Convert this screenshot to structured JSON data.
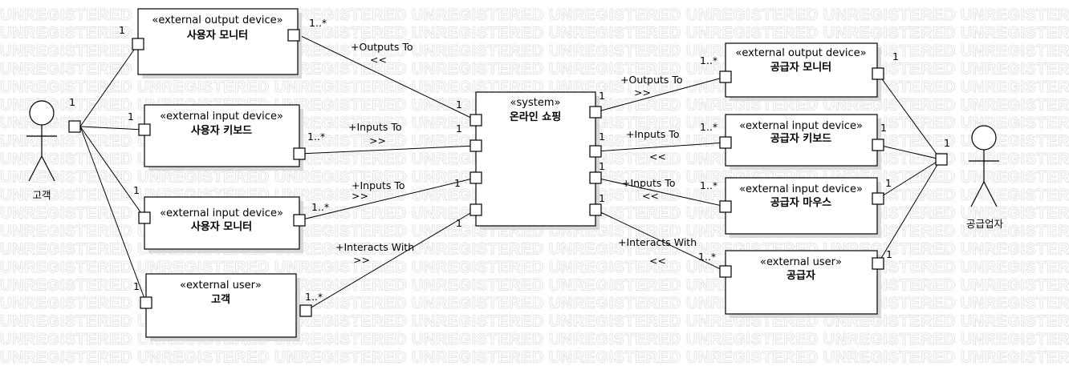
{
  "watermark": "UNREGISTERED",
  "actors": {
    "customer": {
      "name": "고객"
    },
    "supplier": {
      "name": "공급업자"
    }
  },
  "blocks": {
    "user_monitor_out": {
      "stereotype": "«external output device»",
      "name": "사용자 모니터"
    },
    "user_keyboard": {
      "stereotype": "«external input device»",
      "name": "사용자 키보드"
    },
    "user_monitor_in": {
      "stereotype": "«external input device»",
      "name": "사용자 모니터"
    },
    "customer_user": {
      "stereotype": "«external user»",
      "name": "고객"
    },
    "system": {
      "stereotype": "«system»",
      "name": "온라인 쇼핑"
    },
    "supplier_monitor": {
      "stereotype": "«external output device»",
      "name": "공급자 모니터"
    },
    "supplier_keyboard": {
      "stereotype": "«external input device»",
      "name": "공급자 키보드"
    },
    "supplier_mouse": {
      "stereotype": "«external input device»",
      "name": "공급자 마우스"
    },
    "supplier_user": {
      "stereotype": "«external user»",
      "name": "공급자"
    }
  },
  "associations": {
    "left_1": {
      "label": "+Outputs To",
      "dir": "<<"
    },
    "left_2": {
      "label": "+Inputs To",
      "dir": ">>"
    },
    "left_3": {
      "label": "+Inputs To",
      "dir": ">>"
    },
    "left_4": {
      "label": "+Interacts With",
      "dir": ">>"
    },
    "right_1": {
      "label": "+Outputs To",
      "dir": ">>"
    },
    "right_2": {
      "label": "+Inputs To",
      "dir": "<<"
    },
    "right_3": {
      "label": "+Inputs To",
      "dir": "<<"
    },
    "right_4": {
      "label": "+Interacts With",
      "dir": "<<"
    }
  },
  "multiplicity": {
    "one": "1",
    "many": "1..*"
  }
}
